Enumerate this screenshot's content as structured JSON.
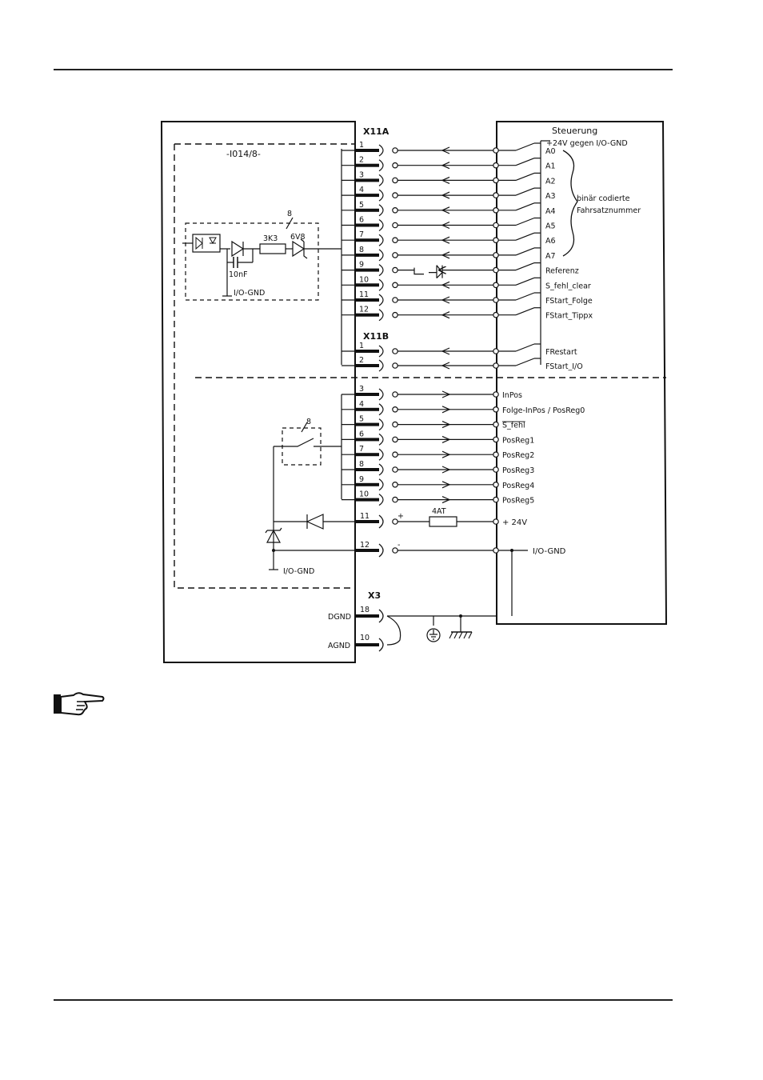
{
  "header_connector": "X11A",
  "connector_x11b": "X11B",
  "connector_x3": "X3",
  "module_name": "-I014/8-",
  "controller_title": "Steuerung",
  "supply_label": "+24V gegen I/O-GND",
  "binary_code_label": [
    "binär codierte",
    "Fahrsatznummer"
  ],
  "inputs_x11a": [
    {
      "pin": "1",
      "signal": "A0"
    },
    {
      "pin": "2",
      "signal": "A1"
    },
    {
      "pin": "3",
      "signal": "A2"
    },
    {
      "pin": "4",
      "signal": "A3"
    },
    {
      "pin": "5",
      "signal": "A4"
    },
    {
      "pin": "6",
      "signal": "A5"
    },
    {
      "pin": "7",
      "signal": "A6"
    },
    {
      "pin": "8",
      "signal": "A7"
    },
    {
      "pin": "9",
      "signal": "Referenz"
    },
    {
      "pin": "10",
      "signal": "S_fehl_clear"
    },
    {
      "pin": "11",
      "signal": "FStart_Folge"
    },
    {
      "pin": "12",
      "signal": "FStart_Tippx"
    }
  ],
  "inputs_x11b": [
    {
      "pin": "1",
      "signal": "FRestart"
    },
    {
      "pin": "2",
      "signal": "FStart_I/O"
    }
  ],
  "outputs_x11b": [
    {
      "pin": "3",
      "signal": "InPos"
    },
    {
      "pin": "4",
      "signal": "Folge-InPos / PosReg0"
    },
    {
      "pin": "5",
      "signal": "S_fehl"
    },
    {
      "pin": "6",
      "signal": "PosReg1"
    },
    {
      "pin": "7",
      "signal": "PosReg2"
    },
    {
      "pin": "8",
      "signal": "PosReg3"
    },
    {
      "pin": "9",
      "signal": "PosReg4"
    },
    {
      "pin": "10",
      "signal": "PosReg5"
    }
  ],
  "supply_pins": [
    {
      "pin": "11",
      "sign": "+",
      "signal": "+ 24V",
      "fuse": "4AT"
    },
    {
      "pin": "12",
      "sign": "-",
      "signal": "I/O-GND"
    }
  ],
  "x3_pins": [
    {
      "pin": "18",
      "label": "DGND"
    },
    {
      "pin": "10",
      "label": "AGND"
    }
  ],
  "input_circuit": {
    "channels": "8",
    "resistor": "3K3",
    "zener": "6V8",
    "capacitor": "10nF",
    "ground": "I/O-GND"
  },
  "output_circuit": {
    "channels": "8",
    "ground": "I/O-GND"
  },
  "note_icon": "pointing-hand-icon"
}
